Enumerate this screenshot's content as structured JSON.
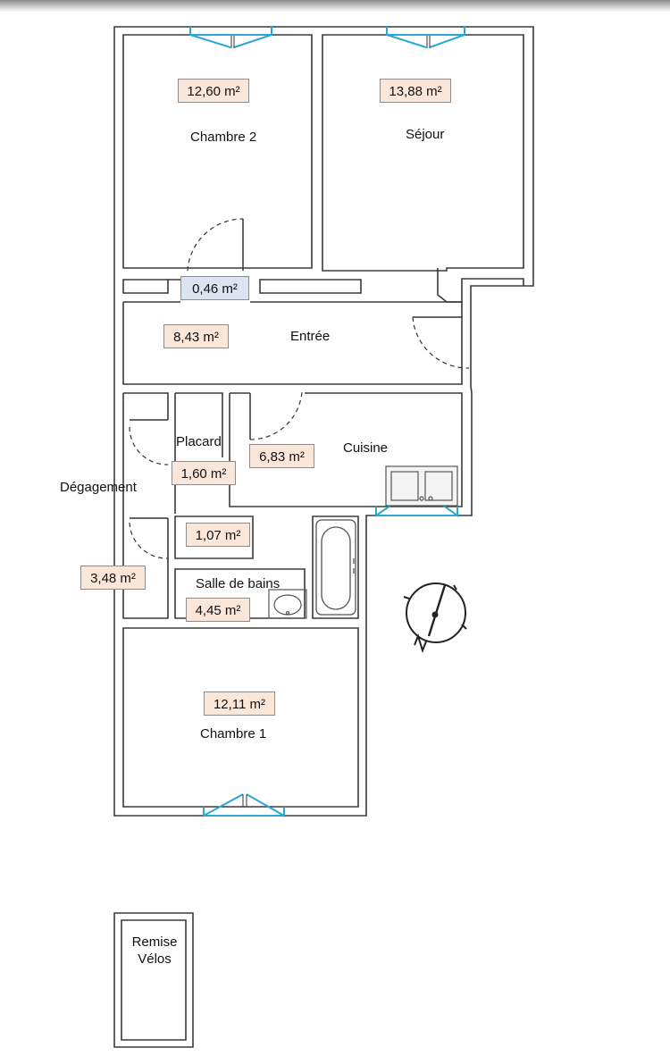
{
  "rooms": {
    "chambre2": {
      "name": "Chambre 2",
      "area": "12,60 m²"
    },
    "sejour": {
      "name": "Séjour",
      "area": "13,88 m²"
    },
    "wc": {
      "area": "0,46 m²"
    },
    "entree": {
      "name": "Entrée",
      "area": "8,43 m²"
    },
    "placard": {
      "name": "Placard",
      "area": "1,60 m²"
    },
    "cuisine": {
      "name": "Cuisine",
      "area": "6,83 m²"
    },
    "degagement": {
      "name": "Dégagement",
      "area": "3,48 m²"
    },
    "rangement": {
      "area": "1,07 m²"
    },
    "salle_de_bains": {
      "name": "Salle de bains",
      "area": "4,45 m²"
    },
    "chambre1": {
      "name": "Chambre 1",
      "area": "12,11 m²"
    }
  },
  "remise": {
    "line1": "Remise",
    "line2": "Vélos"
  },
  "colors": {
    "wall": "#3a3a3a",
    "window": "#2aa7d6",
    "area_fill": "#fbe7d9",
    "wc_fill": "#dce3f1"
  },
  "icons": {
    "compass": "compass-north-icon",
    "bathtub": "bathtub-icon",
    "sink": "sink-icon",
    "kitchen_sink": "kitchen-sink-icon"
  }
}
